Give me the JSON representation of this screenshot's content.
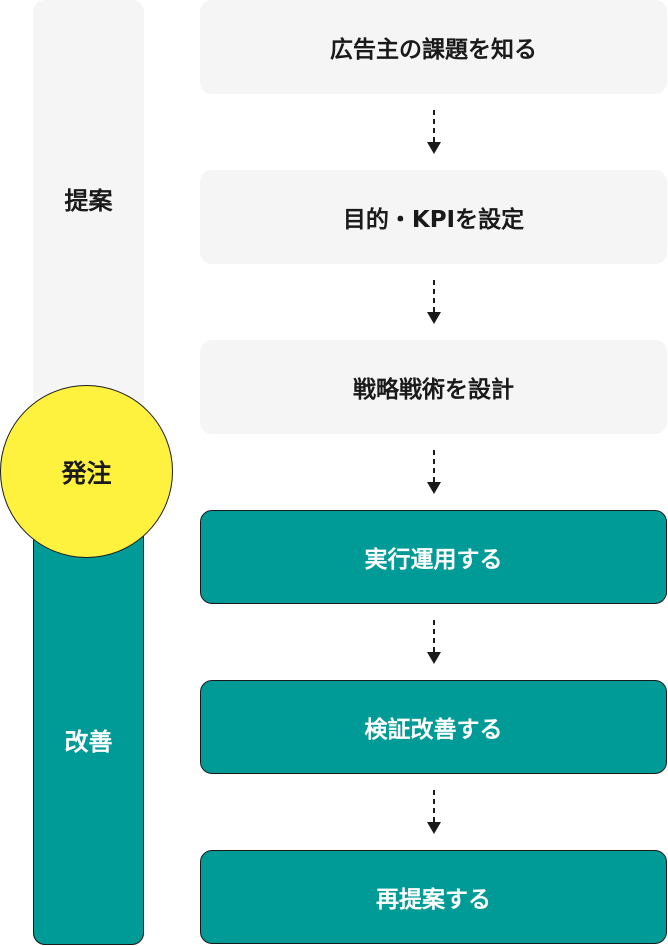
{
  "phases": {
    "proposal": "提案",
    "order": "発注",
    "improvement": "改善"
  },
  "steps": [
    {
      "label": "広告主の課題を知る",
      "style": "light"
    },
    {
      "label": "目的・KPIを設定",
      "style": "light"
    },
    {
      "label": "戦略戦術を設計",
      "style": "light"
    },
    {
      "label": "実行運用する",
      "style": "dark"
    },
    {
      "label": "検証改善する",
      "style": "dark"
    },
    {
      "label": "再提案する",
      "style": "dark"
    }
  ],
  "colors": {
    "light_bg": "#f5f5f5",
    "teal": "#009b96",
    "yellow": "#fff23f",
    "text_dark": "#1a1a1a",
    "text_light": "#ffffff"
  },
  "icons": {
    "connector": "dashed-down-arrow-icon"
  }
}
